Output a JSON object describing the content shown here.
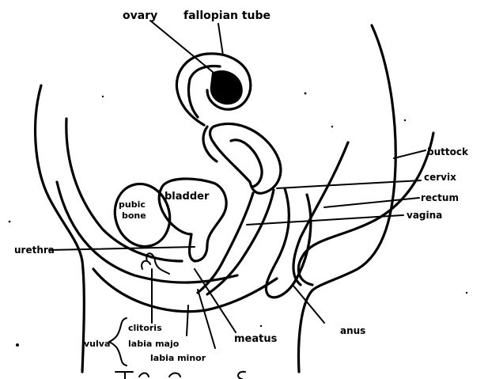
{
  "labels": {
    "ovary": "ovary",
    "fallopian_tube": "fallopian tube",
    "buttock": "buttock",
    "cervix": "cervix",
    "rectum": "rectum",
    "vagina": "vagina",
    "pubic": "pubic",
    "bone": "bone",
    "bladder": "bladder",
    "urethra": "urethra",
    "clitoris": "clitoris",
    "vulva": "vulva",
    "labia_majora": "labia majo",
    "labia_minora": "labia minor",
    "meatus": "meatus",
    "anus": "anus"
  },
  "colors": {
    "ink": "#000000",
    "paper": "#ffffff"
  }
}
